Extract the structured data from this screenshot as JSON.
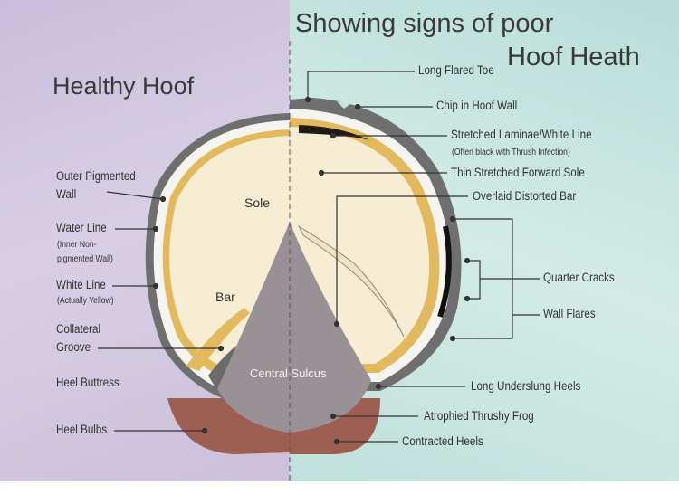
{
  "titles": {
    "healthy": "Healthy Hoof",
    "poor_line1": "Showing signs of poor",
    "poor_line2": "Hoof Heath"
  },
  "left_labels": {
    "outer_pigmented_1": "Outer Pigmented",
    "outer_pigmented_2": "Wall",
    "water_line": "Water Line",
    "water_line_note_1": "(Inner Non-",
    "water_line_note_2": "pigmented Wall)",
    "white_line": "White Line",
    "white_line_note": "(Actually Yellow)",
    "collateral_1": "Collateral",
    "collateral_2": "Groove",
    "heel_buttress": "Heel Buttress",
    "heel_bulbs": "Heel Bulbs"
  },
  "inner_labels": {
    "sole": "Sole",
    "bar": "Bar",
    "central_sulcus": "Central Sulcus"
  },
  "right_labels": {
    "long_flared_toe": "Long Flared Toe",
    "chip": "Chip in Hoof Wall",
    "stretched_laminae": "Stretched  Laminae/White Line",
    "stretched_note": "(Often black with Thrush Infection)",
    "thin_sole": "Thin Stretched Forward Sole",
    "overlaid_bar": "Overlaid Distorted Bar",
    "quarter_cracks": "Quarter Cracks",
    "wall_flares": "Wall Flares",
    "underslung_heels": "Long Underslung Heels",
    "atrophied_frog": "Atrophied Thrushy Frog",
    "contracted_heels": "Contracted Heels"
  },
  "colors": {
    "wall": "#6f6f6f",
    "sole": "#f7edd2",
    "white_line": "#e2b95e",
    "frog": "#9a9197",
    "bulbs": "#9e5f53",
    "left_bg": "#d3c8e2",
    "right_bg": "#c8e6e1"
  }
}
